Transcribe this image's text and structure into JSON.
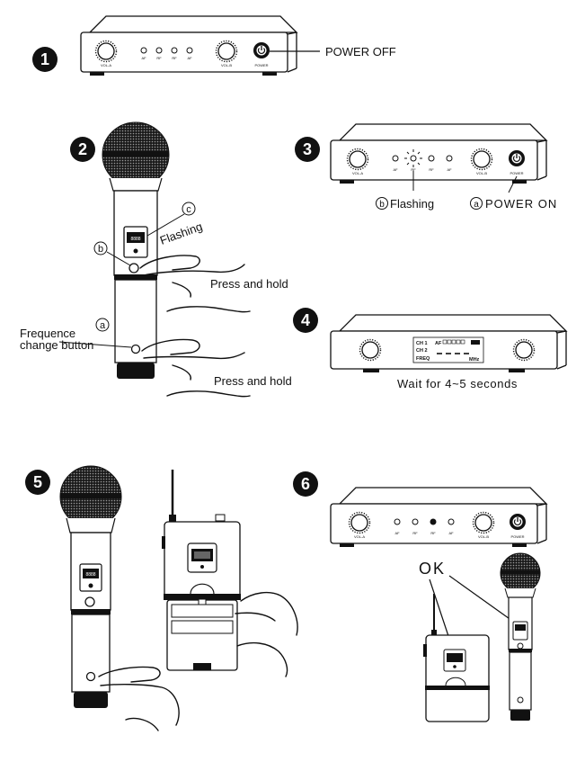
{
  "steps": [
    {
      "number": "1",
      "callout": "POWER OFF"
    },
    {
      "number": "2",
      "marker_c": "c",
      "flashing": "Flashing",
      "marker_b": "b",
      "press1": "Press and hold",
      "frequence_line1": "Frequence",
      "frequence_line2": "change button",
      "marker_a": "a",
      "press2": "Press and hold"
    },
    {
      "number": "3",
      "marker_b": "b",
      "flashing": "Flashing",
      "marker_a": "a",
      "power_on": "POWER ON"
    },
    {
      "number": "4",
      "wait": "Wait for 4~5 seconds"
    },
    {
      "number": "5"
    },
    {
      "number": "6",
      "ok": "OK"
    }
  ],
  "receiver_labels": {
    "vol_a": "VOL-A",
    "vol_b": "VOL-B",
    "power": "POWER",
    "af": "AF",
    "rf": "RF"
  },
  "lcd": {
    "ch1": "CH 1",
    "ch2": "CH 2",
    "af": "AF",
    "freq": "FREQ",
    "mhz": "MHz"
  },
  "colors": {
    "ink": "#111111",
    "paper": "#ffffff"
  }
}
